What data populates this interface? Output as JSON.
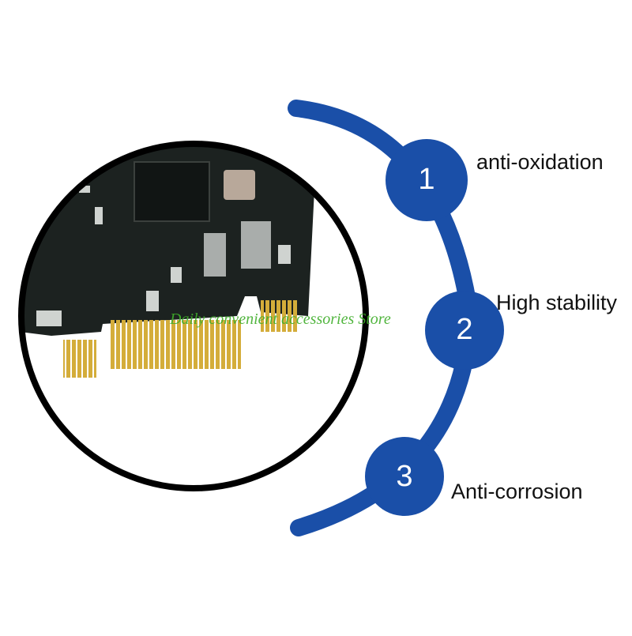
{
  "features": [
    {
      "number": "1",
      "label": "anti-oxidation"
    },
    {
      "number": "2",
      "label": "High stability"
    },
    {
      "number": "3",
      "label": "Anti-corrosion"
    }
  ],
  "watermark": "Daily convenient accessories Store",
  "colors": {
    "accent_blue": "#1a4fa8",
    "board": "#1b1f1d",
    "gold": "#c9a233",
    "ring": "#000000"
  }
}
